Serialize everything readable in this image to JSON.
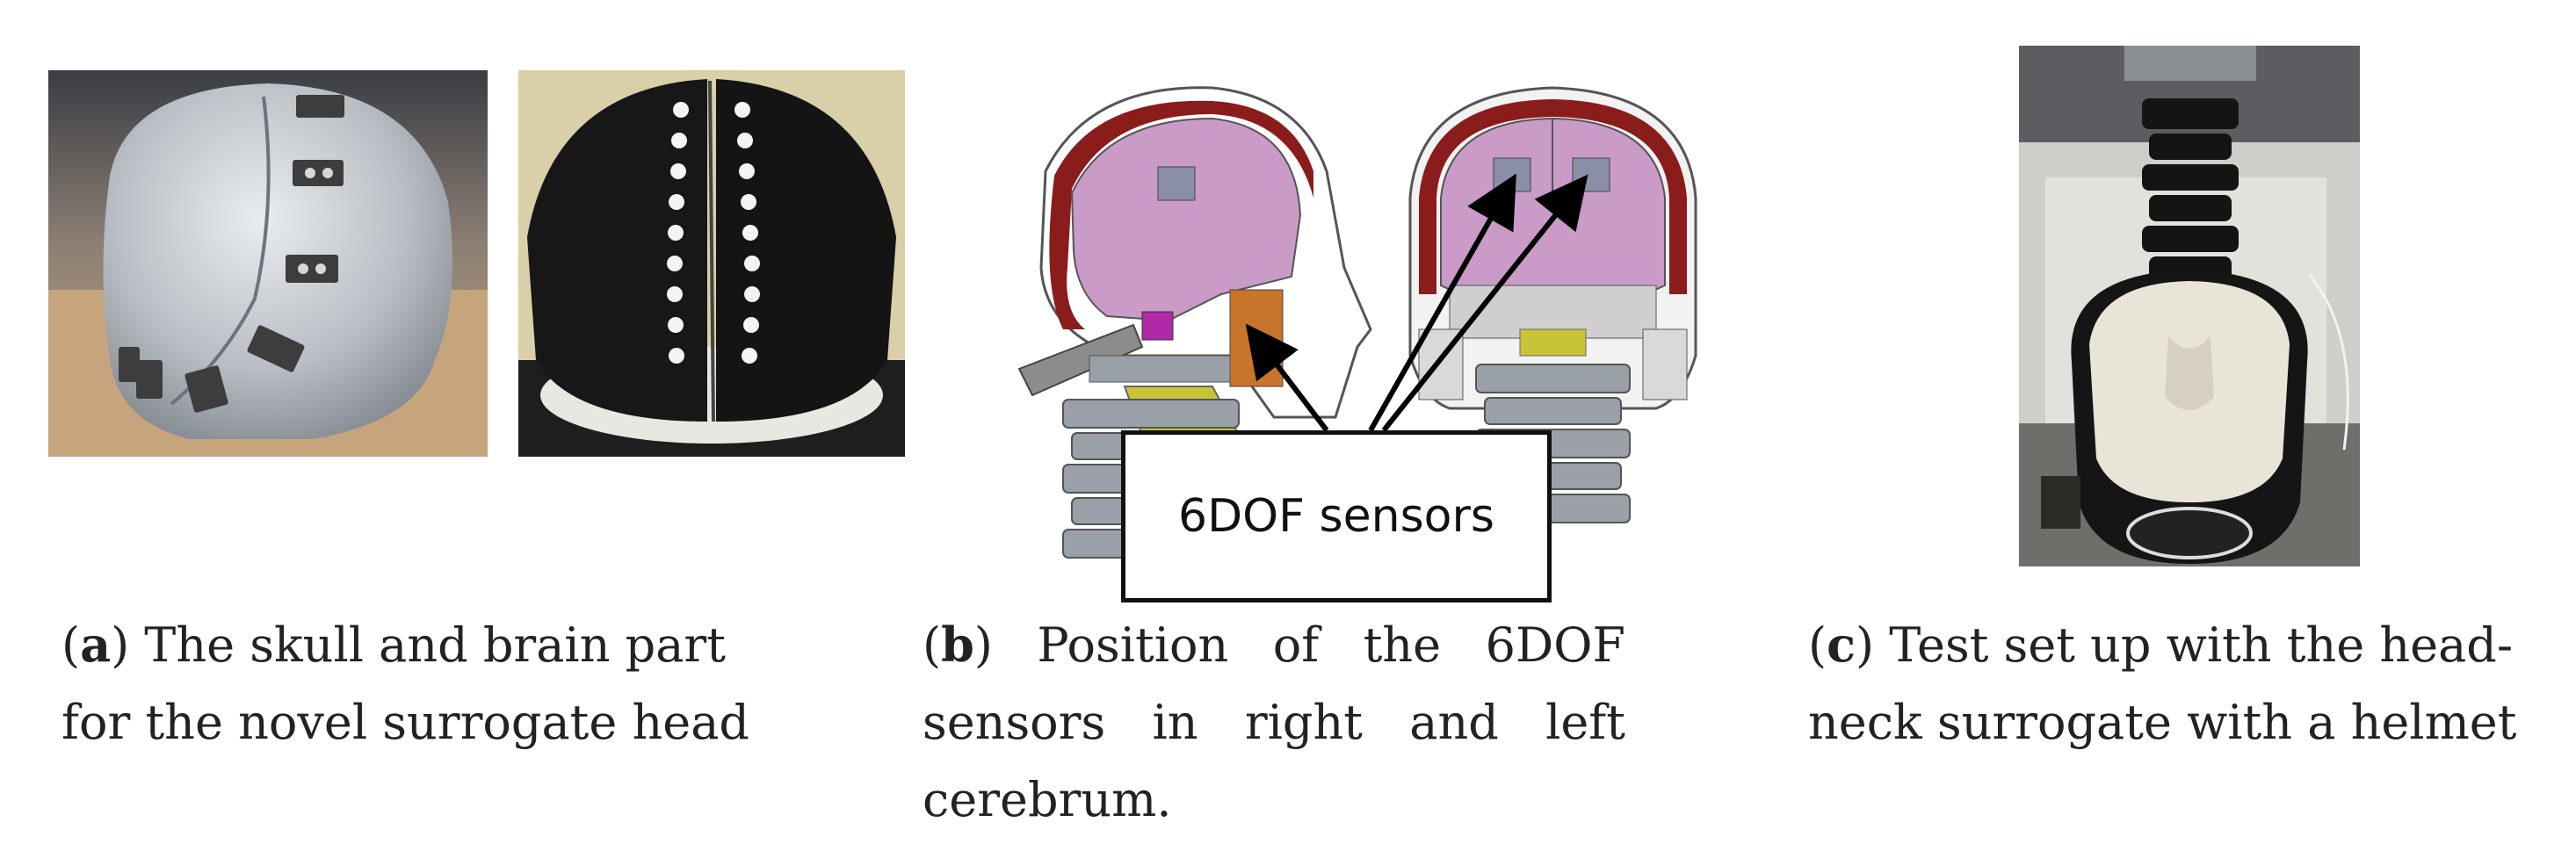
{
  "figure": {
    "panel_a": {
      "caption_parts": [
        "(",
        "a",
        ") The skull and brain part",
        "for the novel surrogate head"
      ]
    },
    "panel_b": {
      "callout": "6DOF sensors",
      "caption_parts": [
        "(",
        "b",
        ") Position of the 6DOF",
        "sensors in right and left",
        "cerebrum."
      ]
    },
    "panel_c": {
      "caption_parts": [
        "(",
        "c",
        ") Test set up with the head-",
        "neck surrogate with a helmet"
      ]
    }
  },
  "colors": {
    "brain": "#c99bc6",
    "skull_inner": "#8b1c1c",
    "neck": "#9aa0a8",
    "yellow_part": "#c9c336",
    "orange_part": "#c8742a",
    "sensor_magenta": "#b02aa8"
  },
  "icons": [
    "arrow-icon"
  ]
}
